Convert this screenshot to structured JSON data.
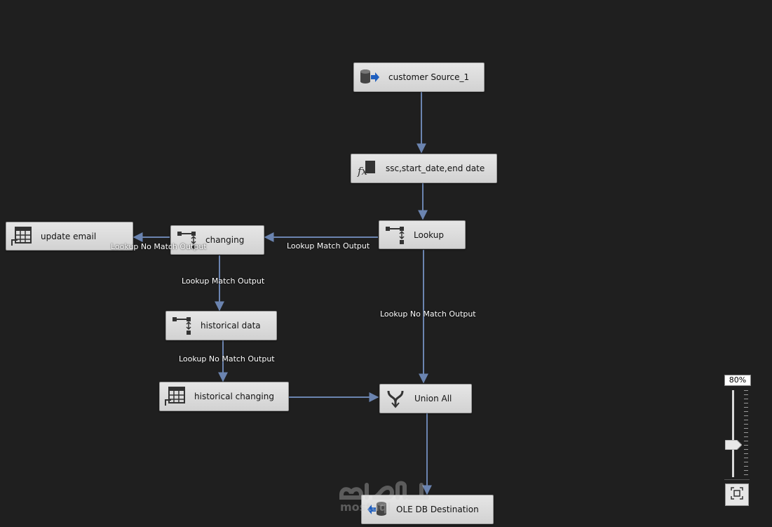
{
  "nodes": {
    "customer_source": "customer Source_1",
    "derived_column": "ssc,start_date,end date",
    "lookup": "Lookup",
    "changing": "changing",
    "update_email": "update email",
    "historical_data": "historical data",
    "historical_changing": "historical changing",
    "union_all": "Union All",
    "ole_db_destination": "OLE DB Destination"
  },
  "path_labels": {
    "lookup_to_changing": "Lookup Match Output",
    "changing_to_update_email": "Lookup No Match Output",
    "changing_to_historical_data": "Lookup Match Output",
    "lookup_to_union_all": "Lookup No Match Output",
    "historical_data_to_historical_changing": "Lookup No Match Output"
  },
  "zoom": {
    "label": "80%",
    "value": 80
  },
  "watermark": {
    "text": "mostaql"
  },
  "colors": {
    "background": "#1f1f1f",
    "connector": "#6b84b0",
    "node_fill": "#dcdcdc"
  },
  "icons": {
    "customer_source": "source-database-icon",
    "derived_column": "fx-icon",
    "lookup": "lookup-icon",
    "changing": "lookup-icon",
    "update_email": "ole-db-command-icon",
    "historical_data": "lookup-icon",
    "historical_changing": "ole-db-command-icon",
    "union_all": "union-all-icon",
    "ole_db_destination": "destination-database-icon"
  }
}
